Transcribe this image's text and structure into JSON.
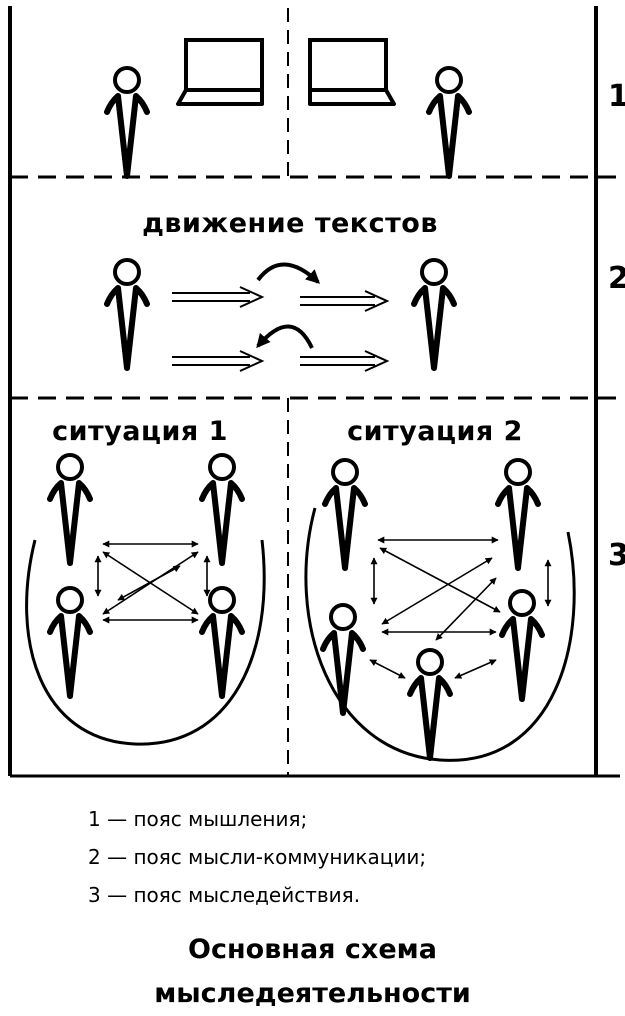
{
  "bands": [
    {
      "number": "1"
    },
    {
      "number": "2",
      "heading": "движение текстов"
    },
    {
      "number": "3"
    }
  ],
  "situations": [
    {
      "label": "ситуация 1"
    },
    {
      "label": "ситуация 2"
    }
  ],
  "legend": [
    "1 — пояс мышления;",
    "2 — пояс мысли-коммуникации;",
    "3 — пояс мыследействия."
  ],
  "title": {
    "line1": "Основная схема",
    "line2": "мыследеятельности"
  }
}
